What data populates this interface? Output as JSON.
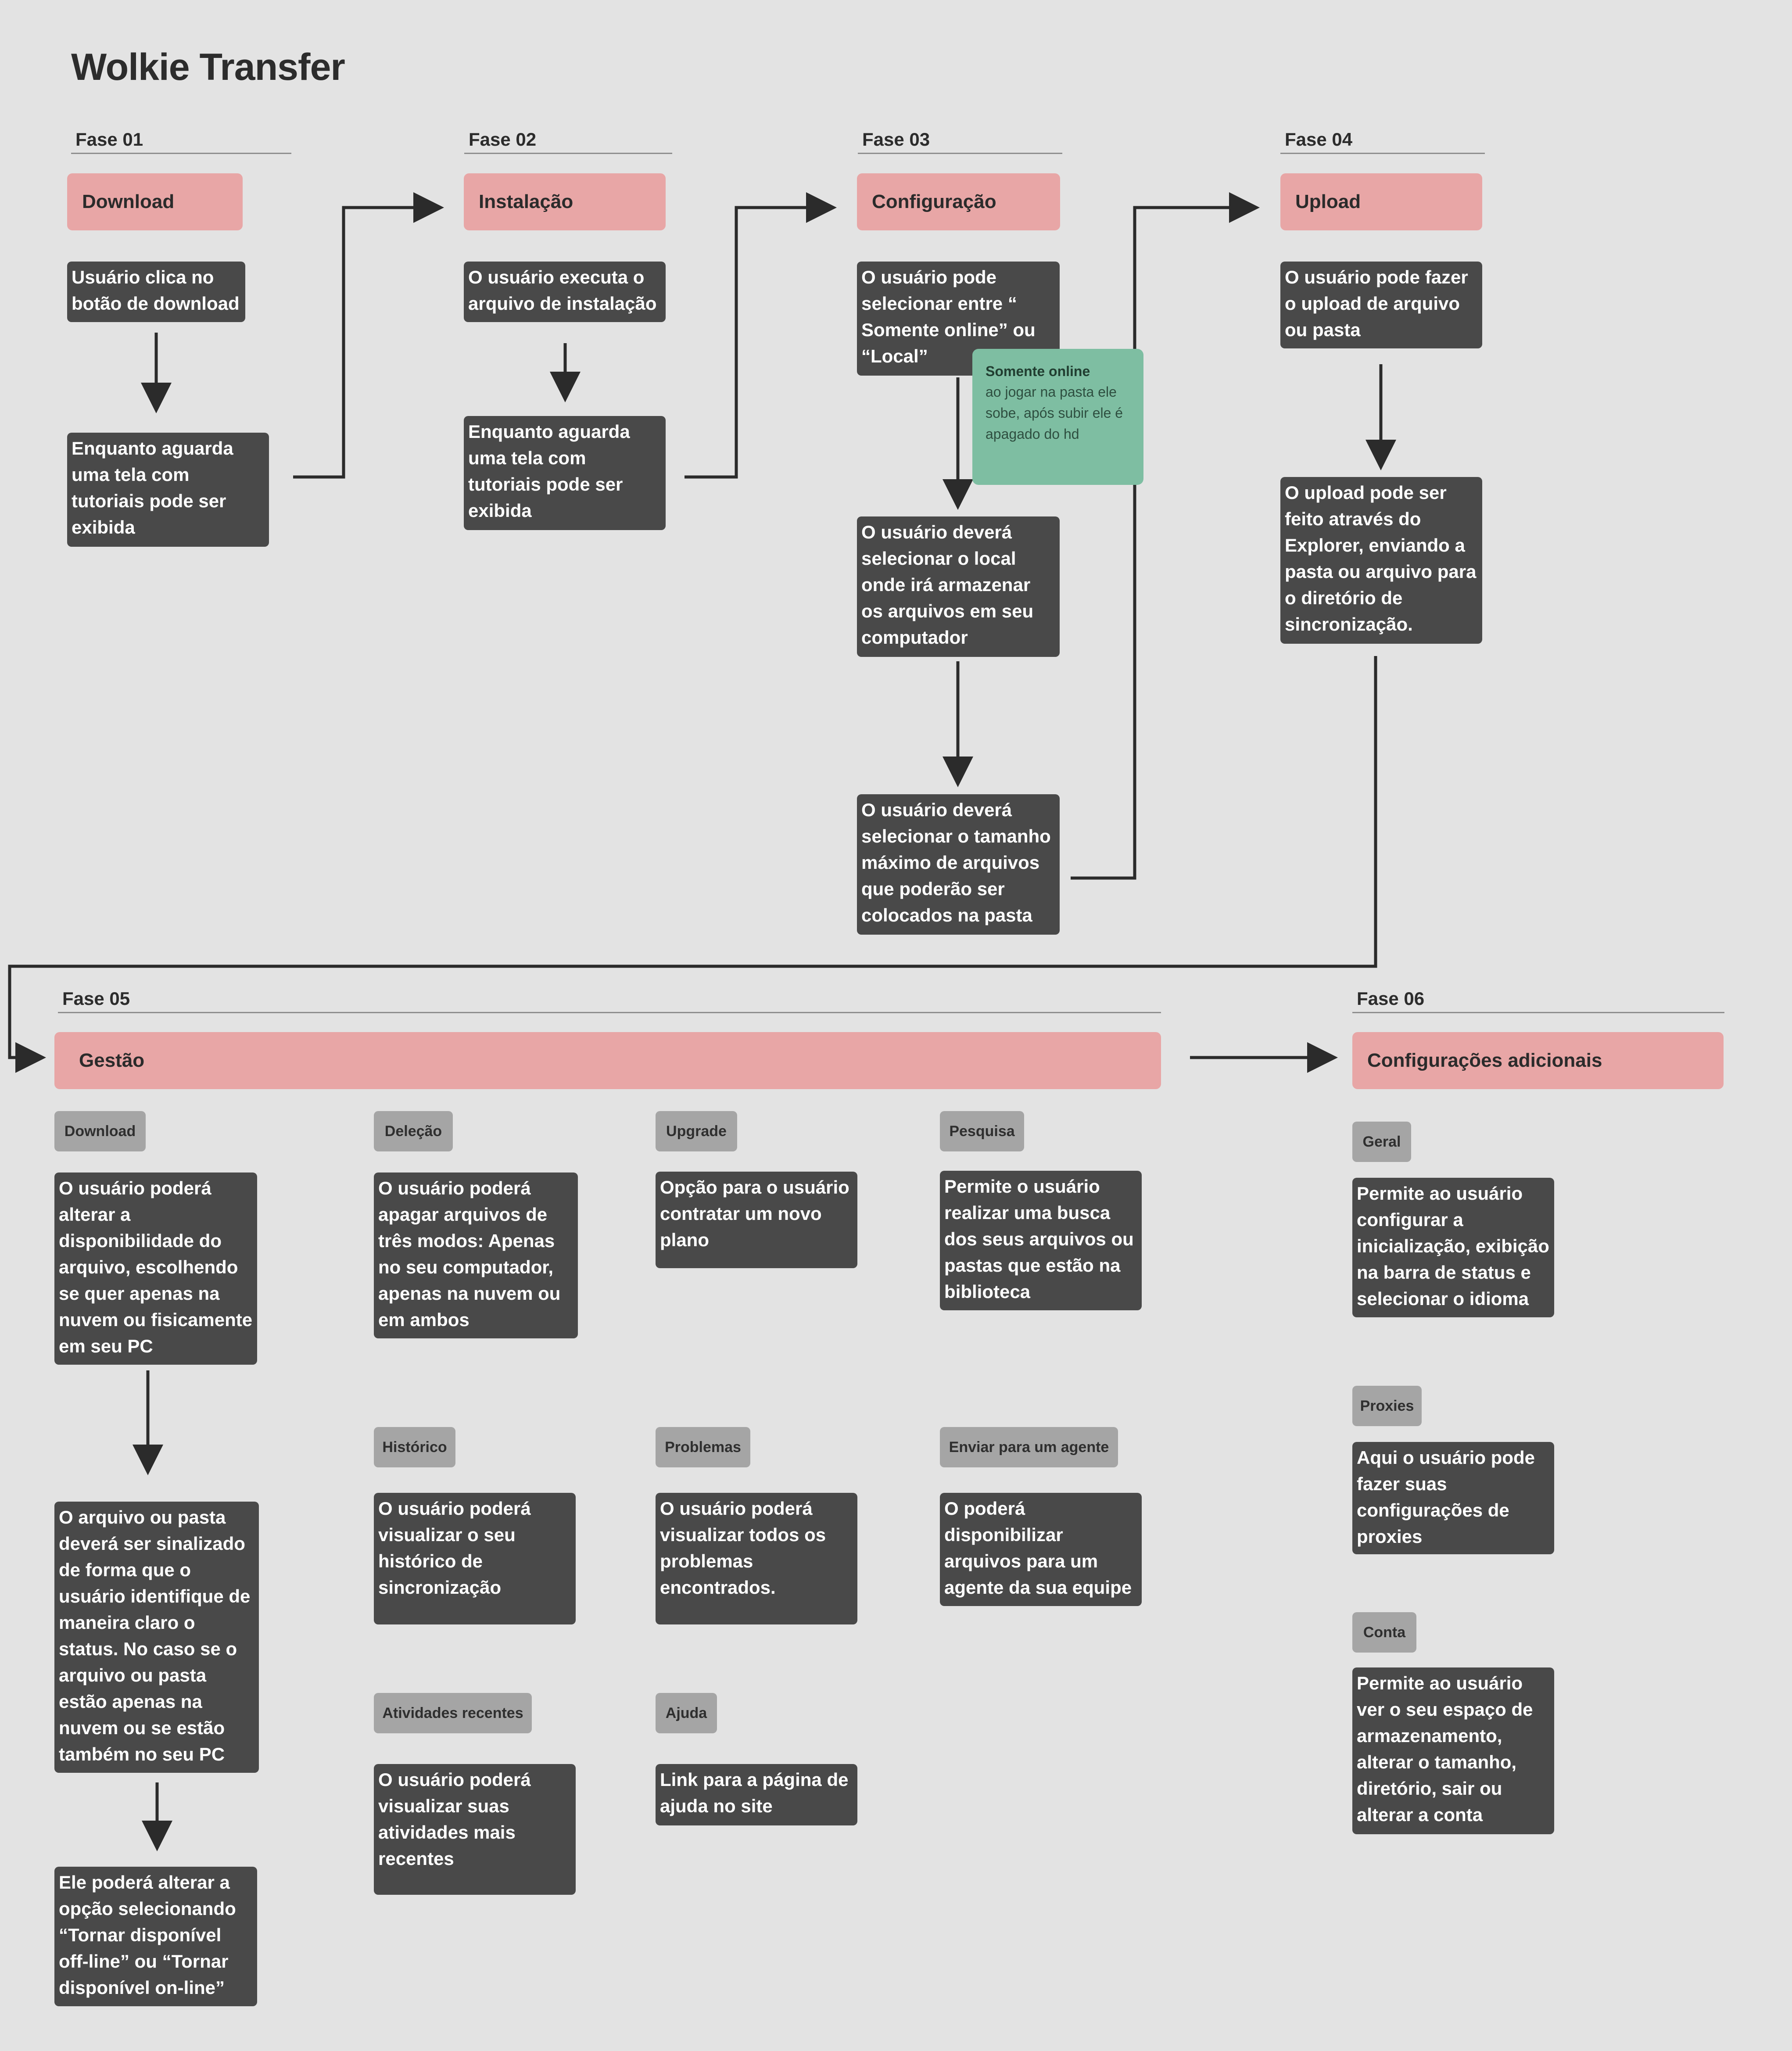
{
  "title": "Wolkie Transfer",
  "phases": {
    "p1": {
      "label": "Fase 01",
      "head": "Download"
    },
    "p2": {
      "label": "Fase 02",
      "head": "Instalação"
    },
    "p3": {
      "label": "Fase 03",
      "head": "Configuração"
    },
    "p4": {
      "label": "Fase 04",
      "head": "Upload"
    },
    "p5": {
      "label": "Fase 05",
      "head": "Gestão"
    },
    "p6": {
      "label": "Fase 06",
      "head": "Configurações adicionais"
    }
  },
  "cards": {
    "p1_click": "Usuário clica no botão de download",
    "p1_wait": "Enquanto aguarda uma tela com tutoriais pode ser exibida",
    "p2_exec": "O usuário executa o arquivo de instalação",
    "p2_wait": "Enquanto aguarda uma tela com tutoriais pode ser exibida",
    "p3_select": "O usuário pode selecionar entre “ Somente online” ou “Local”",
    "p3_location": "O usuário deverá selecionar o local onde irá armazenar os arquivos em seu computador",
    "p3_size": "O usuário deverá selecionar o tamanho máximo de arquivos que poderão ser colocados na pasta",
    "p4_upload": "O usuário pode fazer o upload de arquivo ou pasta",
    "p4_explorer": "O upload pode ser feito através do Explorer, enviando a pasta ou arquivo para o diretório de sincronização.",
    "p5_download_1": "O usuário poderá alterar a disponibilidade do arquivo, escolhendo se quer apenas na nuvem ou fisicamente em seu PC",
    "p5_download_2": "O arquivo ou pasta deverá ser sinalizado de forma que o usuário identifique de maneira claro o status. No caso se o arquivo ou pasta estão apenas na nuvem ou se estão também no seu PC",
    "p5_download_3": "Ele poderá alterar a opção selecionando “Tornar disponível off-line” ou “Tornar disponível on-line”",
    "p5_delecao": "O usuário poderá apagar arquivos de três modos: Apenas no seu computador, apenas na nuvem ou em ambos",
    "p5_historico": "O usuário poderá visualizar o seu histórico de sincronização",
    "p5_atividades": "O usuário poderá visualizar suas atividades mais recentes",
    "p5_upgrade": "Opção para o usuário contratar um novo plano",
    "p5_problemas": "O usuário poderá visualizar todos os problemas encontrados.",
    "p5_ajuda": "Link para a página de ajuda no site",
    "p5_pesquisa": "Permite o usuário realizar uma busca dos seus arquivos ou pastas que estão na biblioteca",
    "p5_agente": "O poderá disponibilizar arquivos para um agente da sua equipe",
    "p6_geral": "Permite ao usuário configurar a inicialização, exibição na barra de status e selecionar o idioma",
    "p6_proxies": "Aqui o usuário pode fazer suas configurações de proxies",
    "p6_conta": "Permite ao usuário ver o seu espaço de armazenamento, alterar o tamanho, diretório, sair ou alterar a  conta"
  },
  "tags": {
    "download": "Download",
    "delecao": "Deleção",
    "upgrade": "Upgrade",
    "pesquisa": "Pesquisa",
    "historico": "Histórico",
    "problemas": "Problemas",
    "agente": "Enviar para um agente",
    "atividades": "Atividades recentes",
    "ajuda": "Ajuda",
    "geral": "Geral",
    "proxies": "Proxies",
    "conta": "Conta"
  },
  "note": {
    "title": "Somente online",
    "text": "ao jogar na pasta ele sobe, após subir ele é apagado do hd"
  },
  "colors": {
    "phase_head": "#e8a6a6",
    "card": "#494949",
    "tag": "#a5a5a5",
    "note": "#7ebea2",
    "connector": "#2b2b2b",
    "background": "#e3e3e3"
  }
}
